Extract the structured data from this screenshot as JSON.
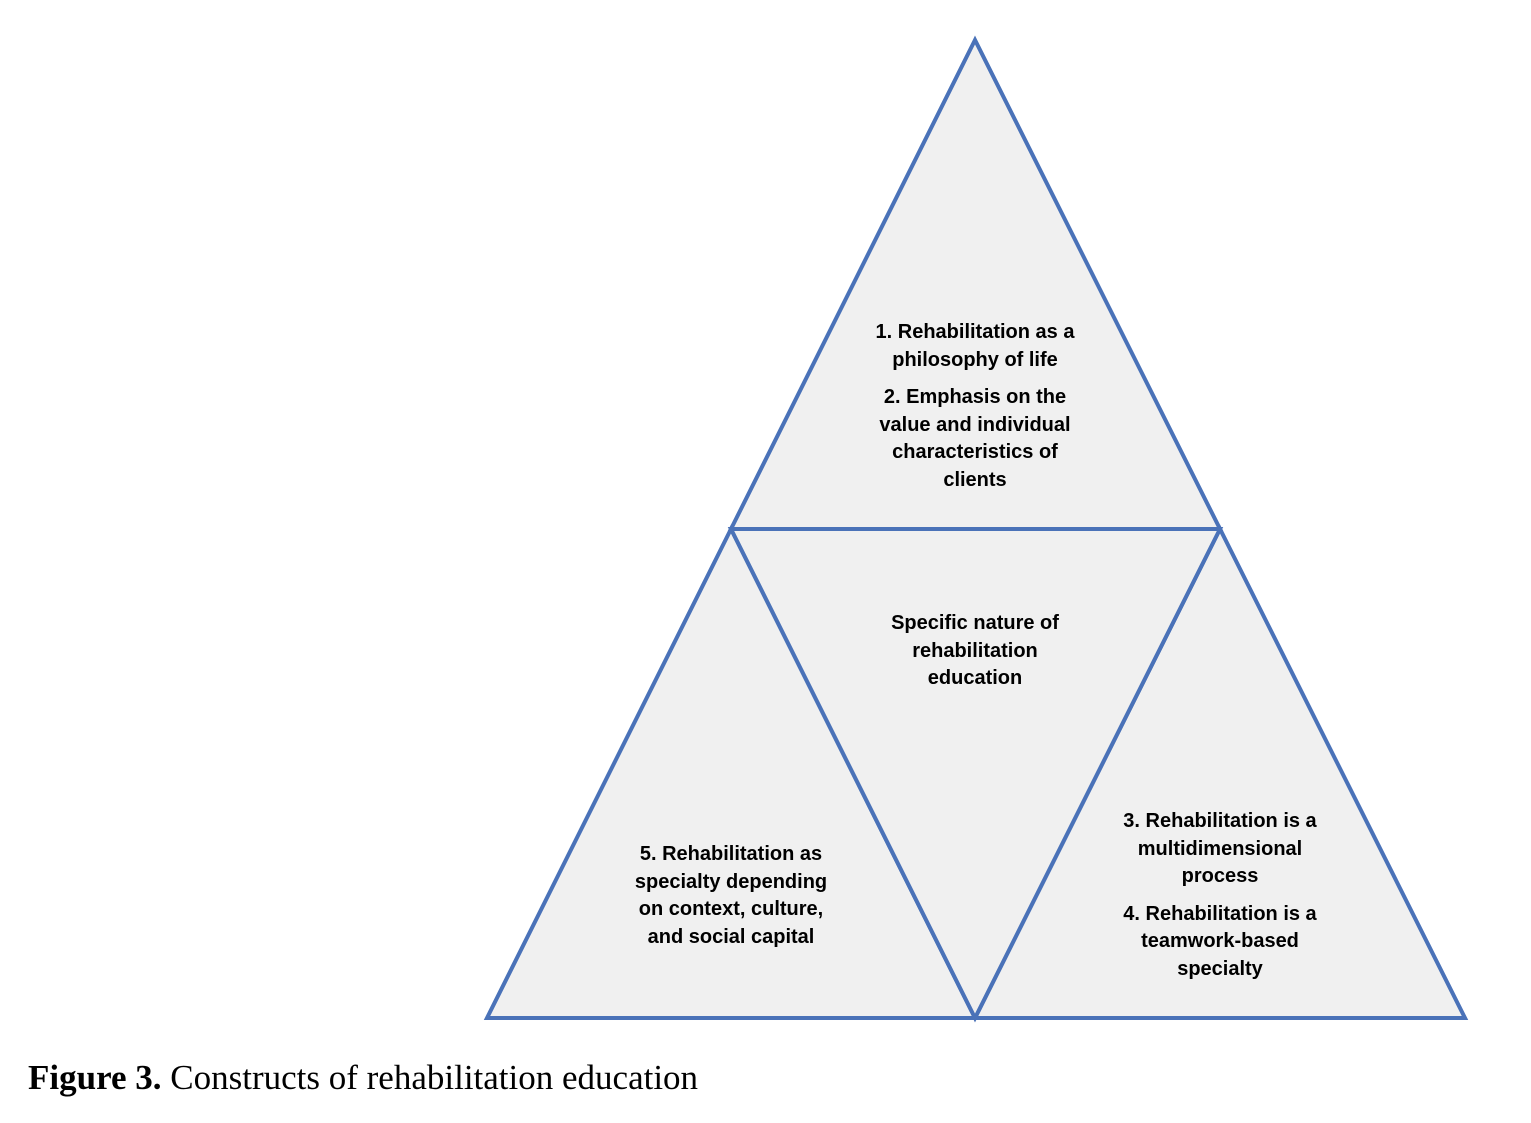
{
  "colors": {
    "stroke": "#4a72b8",
    "fill": "#f0f0f0"
  },
  "diagram": {
    "top": {
      "lines1": [
        "1. Rehabilitation as a",
        "philosophy of life"
      ],
      "lines2": [
        "2. Emphasis on the",
        "value and individual",
        "characteristics of",
        "clients"
      ]
    },
    "center": {
      "lines": [
        "Specific nature of",
        "rehabilitation",
        "education"
      ]
    },
    "right": {
      "lines1": [
        "3.  Rehabilitation is a",
        "multidimensional",
        "process"
      ],
      "lines2": [
        "4. Rehabilitation is a",
        "teamwork-based",
        "specialty"
      ]
    },
    "left": {
      "lines": [
        "5. Rehabilitation as",
        "specialty depending",
        "on context, culture,",
        "and social capital"
      ]
    }
  },
  "caption": {
    "label": "Figure 3.",
    "text": " Constructs of rehabilitation education"
  }
}
